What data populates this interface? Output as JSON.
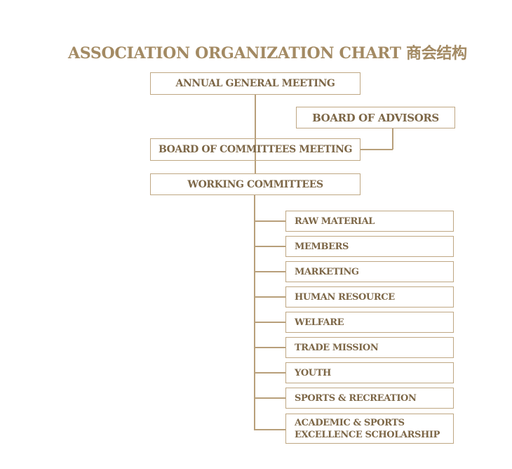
{
  "title": "ASSOCIATION ORGANIZATION CHART 商会结构",
  "boxes": {
    "agm": "ANNUAL GENERAL MEETING",
    "advisors": "BOARD OF ADVISORS",
    "committees_meeting": "BOARD OF COMMITTEES MEETING",
    "working": "WORKING COMMITTEES"
  },
  "committees": [
    "RAW MATERIAL",
    "MEMBERS",
    "MARKETING",
    "HUMAN RESOURCE",
    "WELFARE",
    "TRADE MISSION",
    "YOUTH",
    "SPORTS & RECREATION"
  ],
  "last_committee": {
    "line1": "ACADEMIC & SPORTS",
    "line2": "EXCELLENCE SCHOLARSHIP"
  },
  "colors": {
    "title": "#a38a63",
    "text": "#7d6747",
    "border": "#bfa783"
  }
}
